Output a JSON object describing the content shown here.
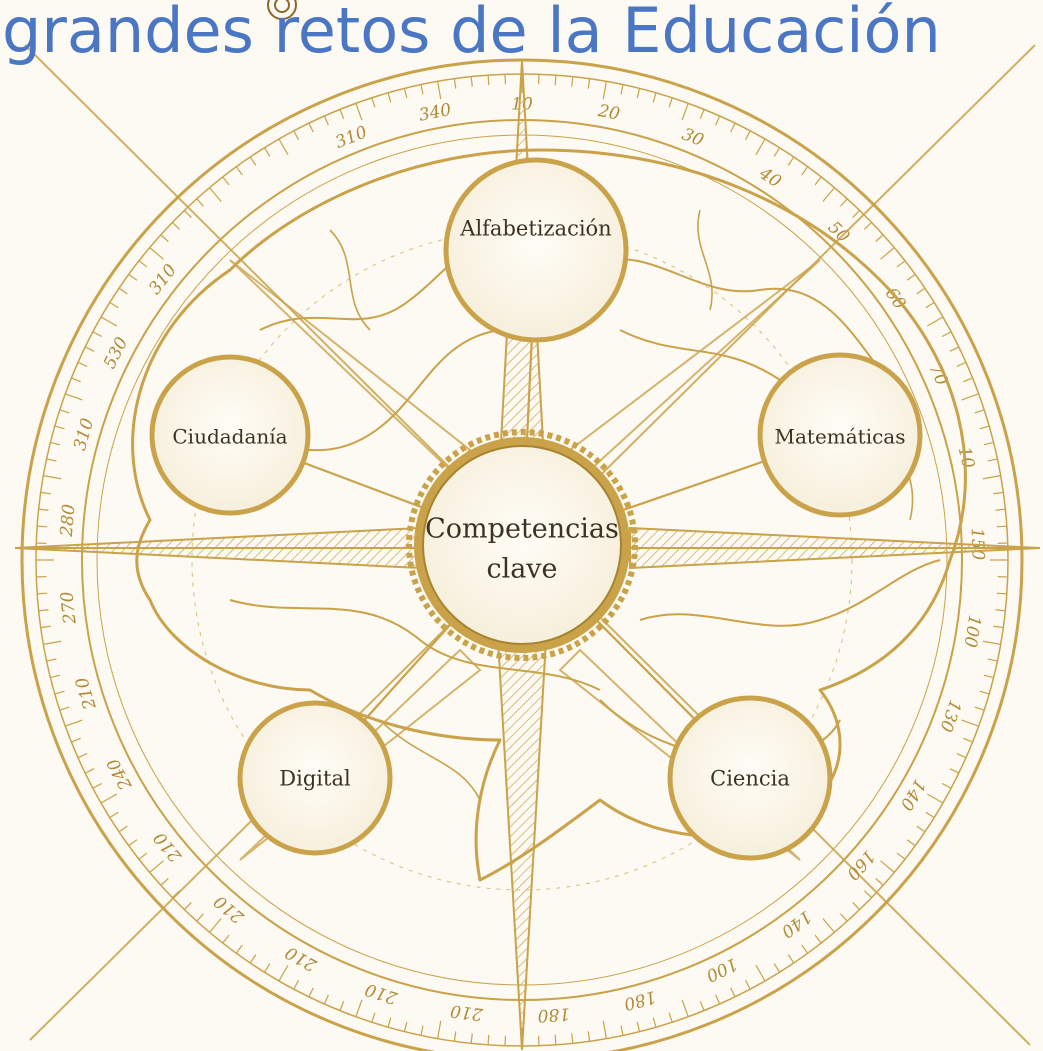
{
  "title": "grandes retos de la Educación",
  "colors": {
    "gold": "#c9a24a",
    "gold_dark": "#a8832f",
    "ink": "#3d3221",
    "title_blue": "#4a76c4",
    "node_fill": "#fdfaf2"
  },
  "center_node": {
    "line1": "Competencias",
    "line2": "clave"
  },
  "nodes": {
    "alfabetizacion": "Alfabetización",
    "matematicas": "Matemáticas",
    "ciudadania": "Ciudadanía",
    "digital": "Digital",
    "ciencia": "Ciencia"
  },
  "compass_ticks": [
    "310",
    "340",
    "10",
    "20",
    "30",
    "40",
    "50",
    "60",
    "70",
    "10",
    "150",
    "100",
    "130",
    "140",
    "160",
    "140",
    "100",
    "180",
    "180",
    "210",
    "210",
    "210",
    "210",
    "210",
    "240",
    "210",
    "270",
    "280",
    "310",
    "530",
    "310"
  ]
}
